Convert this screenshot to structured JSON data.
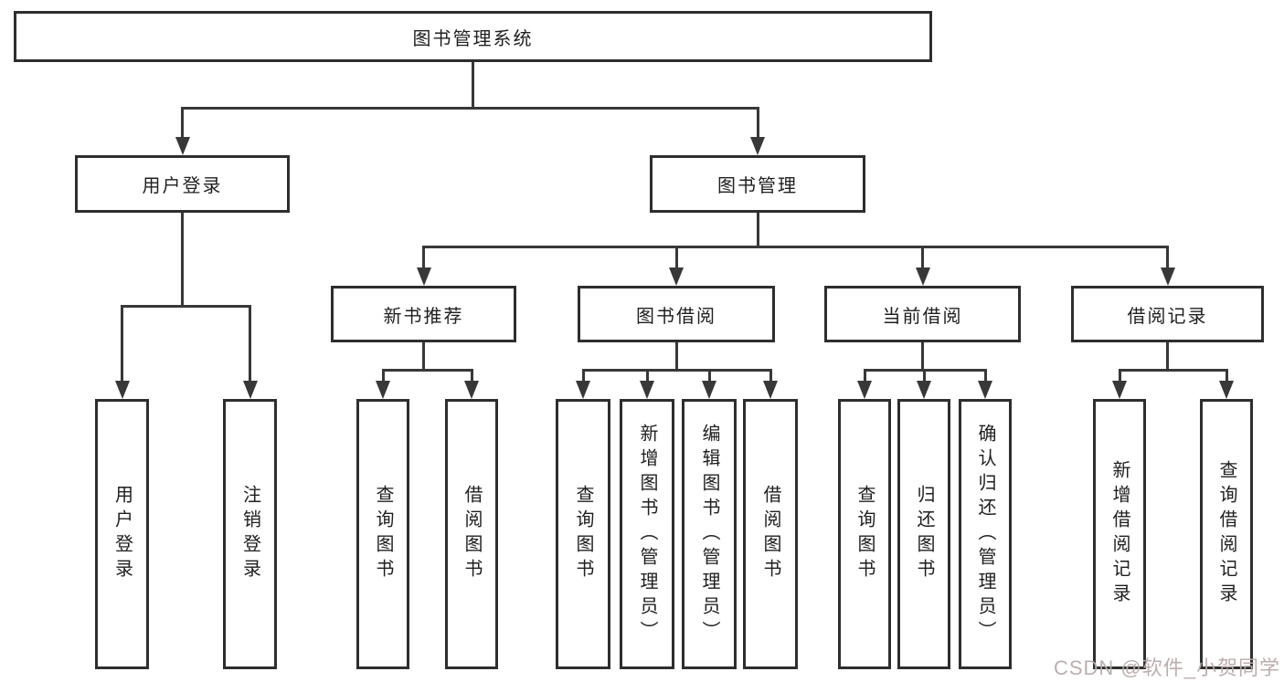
{
  "diagram_title": "图书管理系统",
  "colors": {
    "line": "#383838",
    "border": "#2e2e2e",
    "text": "#1f1f1f",
    "background": "#ffffff",
    "watermark": "#b9aaaa"
  },
  "nodes": {
    "root": "图书管理系统",
    "level2": {
      "user_login": "用户登录",
      "book_management": "图书管理"
    },
    "level3": {
      "new_book_recommend": "新书推荐",
      "book_borrow": "图书借阅",
      "current_borrow": "当前借阅",
      "borrow_records": "借阅记录"
    },
    "leaves": {
      "login_group": {
        "user_login": "用户登录",
        "logout": "注销登录"
      },
      "new_book_group": {
        "query_books": "查询图书",
        "borrow_books": "借阅图书"
      },
      "borrow_group": {
        "query_books": "查询图书",
        "add_books_admin": "新增图书（管理员）",
        "edit_books_admin": "编辑图书（管理员）",
        "borrow_books": "借阅图书"
      },
      "current_group": {
        "query_books": "查询图书",
        "return_books": "归还图书",
        "confirm_return_admin": "确认归还（管理员）"
      },
      "records_group": {
        "add_borrow_record": "新增借阅记录",
        "query_borrow_record": "查询借阅记录"
      }
    }
  },
  "watermark": {
    "text": "CSDN @软件_小贺同学"
  }
}
